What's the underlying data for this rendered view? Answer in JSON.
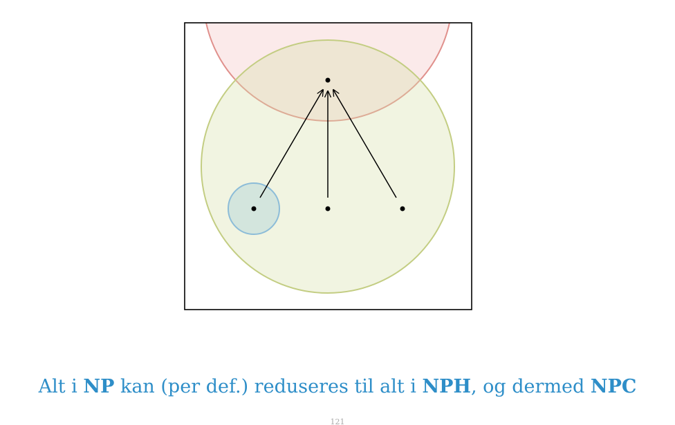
{
  "caption": {
    "part1": "Alt i ",
    "np": "NP",
    "part2": " kan (per def.) reduseres til alt i ",
    "nph": "NPH",
    "part3": ", og dermed ",
    "npc": "NPC"
  },
  "page_number": "121",
  "colors": {
    "caption": "#2e8ec8",
    "nph_fill": "#f4c4c4",
    "nph_stroke": "#e0908c",
    "np_fill": "#e8eed2",
    "np_stroke": "#c3cd82",
    "p_fill": "#c6dde0",
    "p_stroke": "#8cbcd8"
  }
}
